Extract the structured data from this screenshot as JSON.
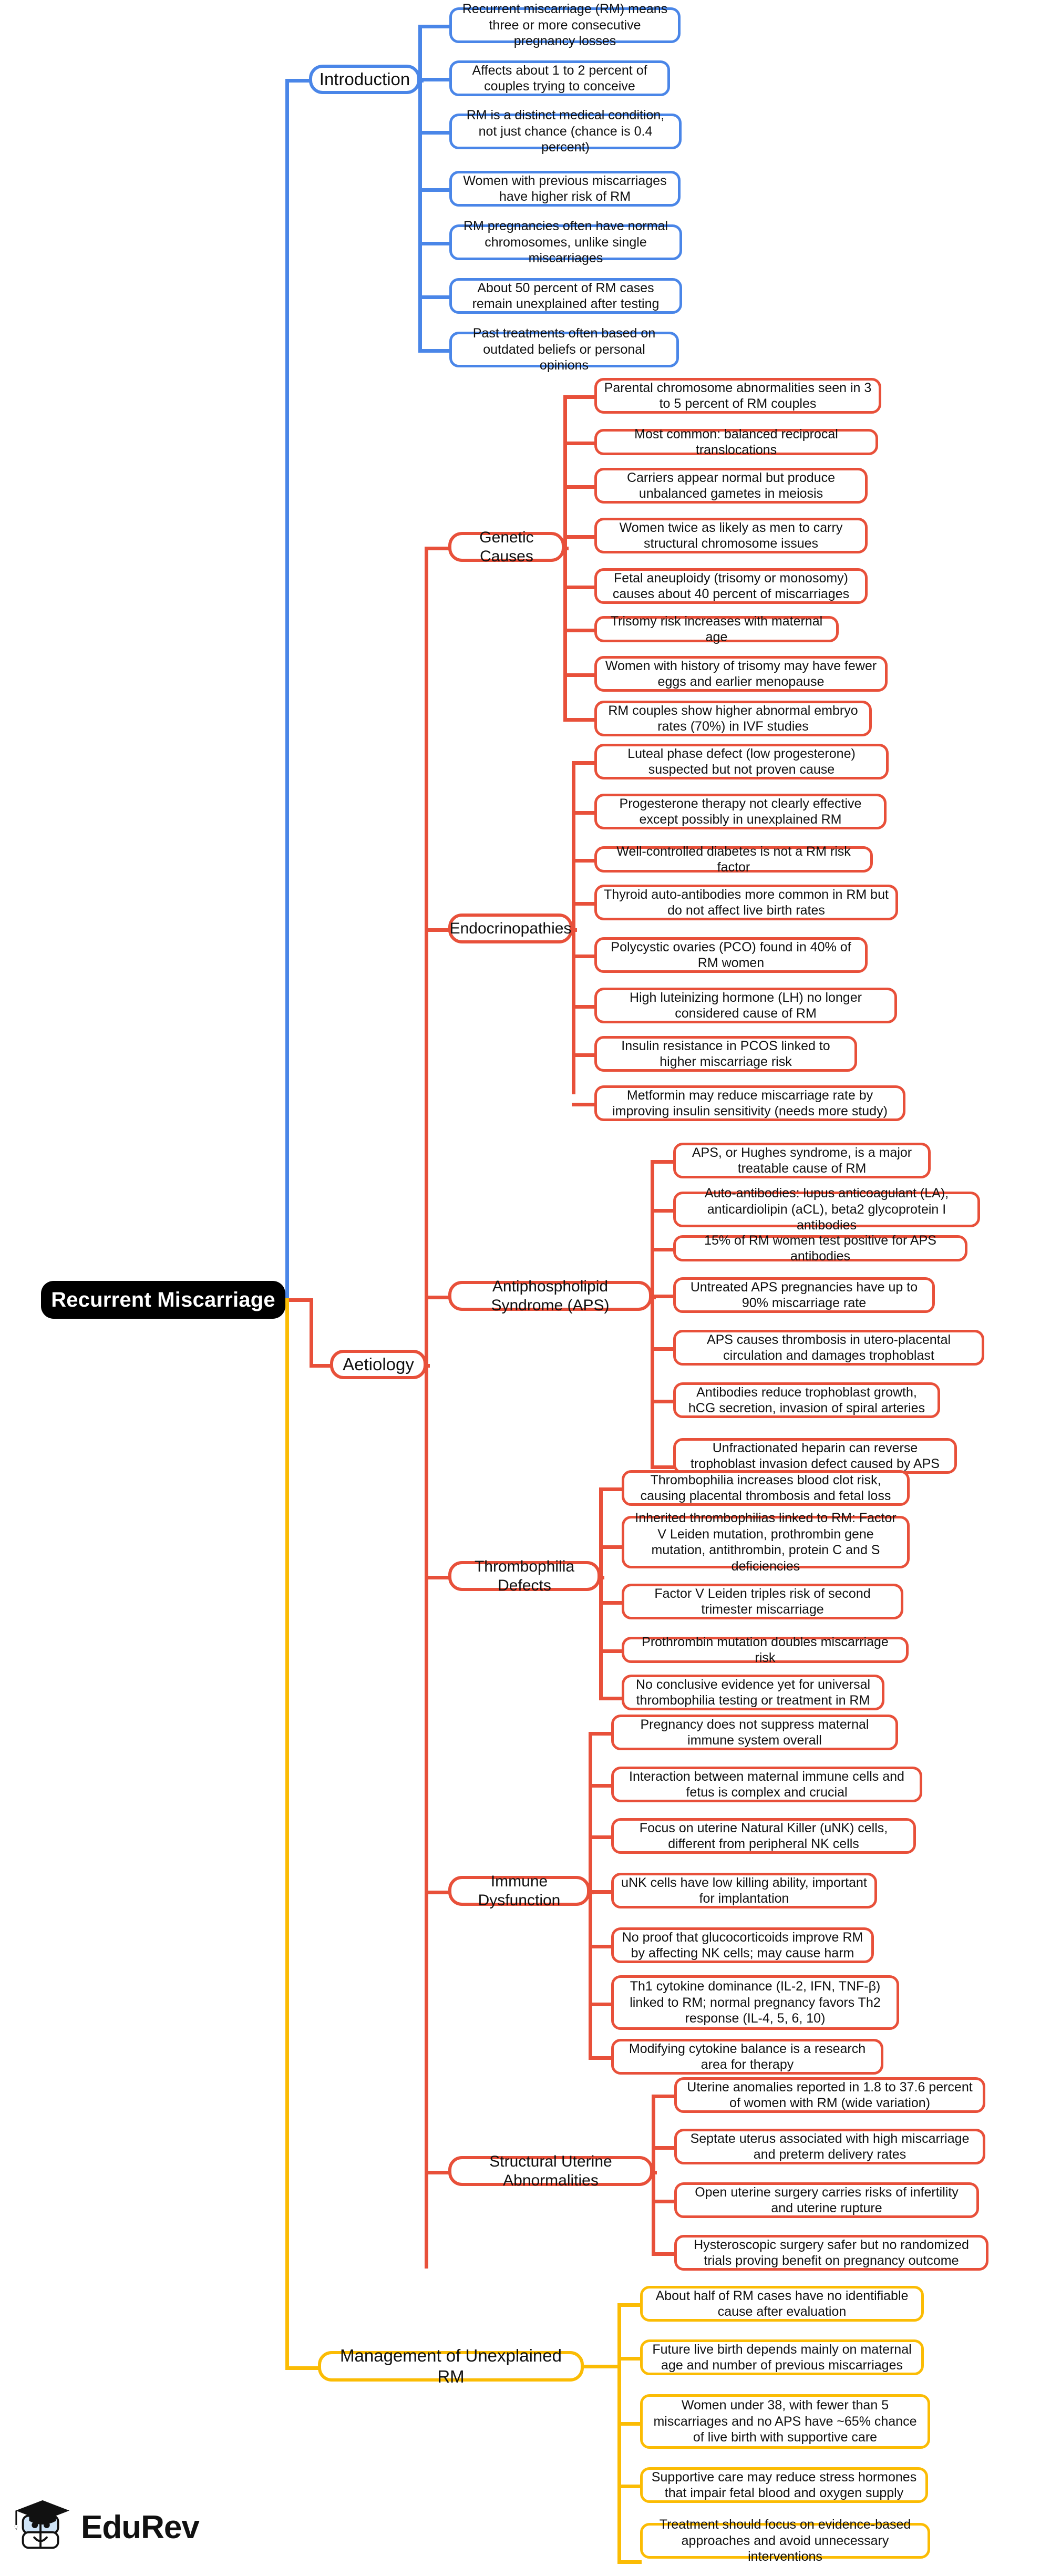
{
  "diagram": {
    "type": "mind-map",
    "root": "Recurrent Miscarriage",
    "colors": {
      "root_bg": "#000000",
      "root_text": "#ffffff",
      "introduction": "#4a86e8",
      "aetiology": "#e8503a",
      "management": "#fbbc04"
    }
  },
  "branches": {
    "introduction": {
      "label": "Introduction",
      "leaves": [
        "Recurrent miscarriage (RM) means three or more consecutive pregnancy losses",
        "Affects about 1 to 2 percent of couples trying to conceive",
        "RM is a distinct medical condition, not just chance (chance is 0.4 percent)",
        "Women with previous miscarriages have higher risk of RM",
        "RM pregnancies often have normal chromosomes, unlike single miscarriages",
        "About 50 percent of RM cases remain unexplained after testing",
        "Past treatments often based on outdated beliefs or personal opinions"
      ]
    },
    "aetiology": {
      "label": "Aetiology",
      "topics": [
        {
          "label": "Genetic Causes",
          "leaves": [
            "Parental chromosome abnormalities seen in 3 to 5 percent of RM couples",
            "Most common: balanced reciprocal translocations",
            "Carriers appear normal but produce unbalanced gametes in meiosis",
            "Women twice as likely as men to carry structural chromosome issues",
            "Fetal aneuploidy (trisomy or monosomy) causes about 40 percent of miscarriages",
            "Trisomy risk increases with maternal age",
            "Women with history of trisomy may have fewer eggs and earlier menopause",
            "RM couples show higher abnormal embryo rates (70%) in IVF studies"
          ]
        },
        {
          "label": "Endocrinopathies",
          "leaves": [
            "Luteal phase defect (low progesterone) suspected but not proven cause",
            "Progesterone therapy not clearly effective except possibly in unexplained RM",
            "Well-controlled diabetes is not a RM risk factor",
            "Thyroid auto-antibodies more common in RM but do not affect live birth rates",
            "Polycystic ovaries (PCO) found in 40% of RM women",
            "High luteinizing hormone (LH) no longer considered cause of RM",
            "Insulin resistance in PCOS linked to higher miscarriage risk",
            "Metformin may reduce miscarriage rate by improving insulin sensitivity (needs more study)"
          ]
        },
        {
          "label": "Antiphospholipid Syndrome (APS)",
          "leaves": [
            "APS, or Hughes syndrome, is a major treatable cause of RM",
            "Auto-antibodies: lupus anticoagulant (LA), anticardiolipin (aCL), beta2 glycoprotein I antibodies",
            "15% of RM women test positive for APS antibodies",
            "Untreated APS pregnancies have up to 90% miscarriage rate",
            "APS causes thrombosis in utero-placental circulation and damages trophoblast",
            "Antibodies reduce trophoblast growth, hCG secretion, invasion of spiral arteries",
            "Unfractionated heparin can reverse trophoblast invasion defect caused by APS"
          ]
        },
        {
          "label": "Thrombophilia Defects",
          "leaves": [
            "Thrombophilia increases blood clot risk, causing placental thrombosis and fetal loss",
            "Inherited thrombophilias linked to RM: Factor V Leiden mutation, prothrombin gene mutation, antithrombin, protein C and S deficiencies",
            "Factor V Leiden triples risk of second trimester miscarriage",
            "Prothrombin mutation doubles miscarriage risk",
            "No conclusive evidence yet for universal thrombophilia testing or treatment in RM"
          ]
        },
        {
          "label": "Immune Dysfunction",
          "leaves": [
            "Pregnancy does not suppress maternal immune system overall",
            "Interaction between maternal immune cells and fetus is complex and crucial",
            "Focus on uterine Natural Killer (uNK) cells, different from peripheral NK cells",
            "uNK cells have low killing ability, important for implantation",
            "No proof that glucocorticoids improve RM by affecting NK cells; may cause harm",
            "Th1 cytokine dominance (IL-2, IFN, TNF-β) linked to RM; normal pregnancy favors Th2 response (IL-4, 5, 6, 10)",
            "Modifying cytokine balance is a research area for therapy"
          ]
        },
        {
          "label": "Structural Uterine Abnormalities",
          "leaves": [
            "Uterine anomalies reported in 1.8 to 37.6 percent of women with RM (wide variation)",
            "Septate uterus associated with high miscarriage and preterm delivery rates",
            "Open uterine surgery carries risks of infertility and uterine rupture",
            "Hysteroscopic surgery safer but no randomized trials proving benefit on pregnancy outcome"
          ]
        }
      ]
    },
    "management": {
      "label": "Management of Unexplained RM",
      "leaves": [
        "About half of RM cases have no identifiable cause after evaluation",
        "Future live birth depends mainly on maternal age and number of previous miscarriages",
        "Women under 38, with fewer than 5 miscarriages and no APS have ~65% chance of live birth with supportive care",
        "Supportive care may reduce stress hormones that impair fetal blood and oxygen supply",
        "Treatment should focus on evidence-based approaches and avoid unnecessary interventions"
      ]
    }
  },
  "footer": {
    "logo_text": "EduRev",
    "logo_icon": "graduation-cap-book-mascot"
  }
}
